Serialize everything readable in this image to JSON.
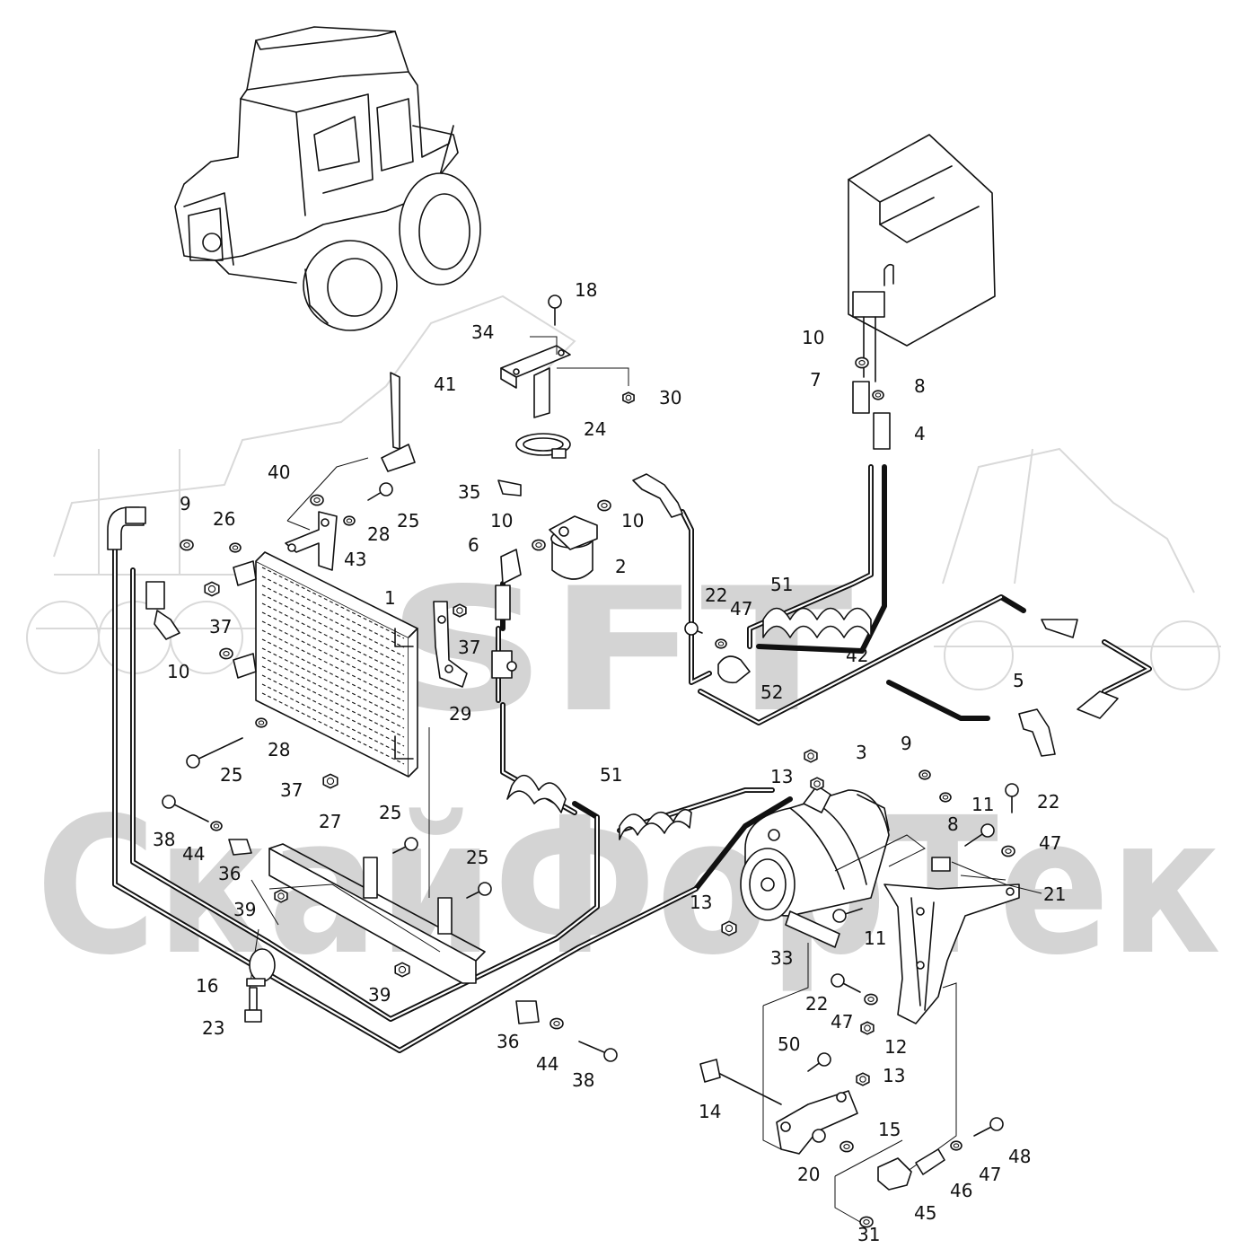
{
  "watermark": {
    "logo_text": "SFT",
    "brand_text": "СкайФорТек"
  },
  "labels": [
    {
      "id": "l1",
      "text": "1"
    },
    {
      "id": "l2",
      "text": "2"
    },
    {
      "id": "l3",
      "text": "3"
    },
    {
      "id": "l4",
      "text": "4"
    },
    {
      "id": "l5",
      "text": "5"
    },
    {
      "id": "l6",
      "text": "6"
    },
    {
      "id": "l7",
      "text": "7"
    },
    {
      "id": "l8a",
      "text": "8"
    },
    {
      "id": "l8b",
      "text": "8"
    },
    {
      "id": "l9a",
      "text": "9"
    },
    {
      "id": "l9b",
      "text": "9"
    },
    {
      "id": "l10a",
      "text": "10"
    },
    {
      "id": "l10b",
      "text": "10"
    },
    {
      "id": "l10c",
      "text": "10"
    },
    {
      "id": "l10d",
      "text": "10"
    },
    {
      "id": "l11a",
      "text": "11"
    },
    {
      "id": "l11b",
      "text": "11"
    },
    {
      "id": "l12",
      "text": "12"
    },
    {
      "id": "l13a",
      "text": "13"
    },
    {
      "id": "l13b",
      "text": "13"
    },
    {
      "id": "l13c",
      "text": "13"
    },
    {
      "id": "l14",
      "text": "14"
    },
    {
      "id": "l15",
      "text": "15"
    },
    {
      "id": "l16",
      "text": "16"
    },
    {
      "id": "l18",
      "text": "18"
    },
    {
      "id": "l20",
      "text": "20"
    },
    {
      "id": "l21",
      "text": "21"
    },
    {
      "id": "l22a",
      "text": "22"
    },
    {
      "id": "l22b",
      "text": "22"
    },
    {
      "id": "l22c",
      "text": "22"
    },
    {
      "id": "l23",
      "text": "23"
    },
    {
      "id": "l24",
      "text": "24"
    },
    {
      "id": "l25a",
      "text": "25"
    },
    {
      "id": "l25b",
      "text": "25"
    },
    {
      "id": "l25c",
      "text": "25"
    },
    {
      "id": "l25d",
      "text": "25"
    },
    {
      "id": "l26",
      "text": "26"
    },
    {
      "id": "l27",
      "text": "27"
    },
    {
      "id": "l28a",
      "text": "28"
    },
    {
      "id": "l28b",
      "text": "28"
    },
    {
      "id": "l29",
      "text": "29"
    },
    {
      "id": "l30",
      "text": "30"
    },
    {
      "id": "l31",
      "text": "31"
    },
    {
      "id": "l33",
      "text": "33"
    },
    {
      "id": "l34",
      "text": "34"
    },
    {
      "id": "l35",
      "text": "35"
    },
    {
      "id": "l36a",
      "text": "36"
    },
    {
      "id": "l36b",
      "text": "36"
    },
    {
      "id": "l37a",
      "text": "37"
    },
    {
      "id": "l37b",
      "text": "37"
    },
    {
      "id": "l37c",
      "text": "37"
    },
    {
      "id": "l38a",
      "text": "38"
    },
    {
      "id": "l38b",
      "text": "38"
    },
    {
      "id": "l39a",
      "text": "39"
    },
    {
      "id": "l39b",
      "text": "39"
    },
    {
      "id": "l40",
      "text": "40"
    },
    {
      "id": "l41",
      "text": "41"
    },
    {
      "id": "l42",
      "text": "42"
    },
    {
      "id": "l43",
      "text": "43"
    },
    {
      "id": "l44a",
      "text": "44"
    },
    {
      "id": "l44b",
      "text": "44"
    },
    {
      "id": "l45",
      "text": "45"
    },
    {
      "id": "l46",
      "text": "46"
    },
    {
      "id": "l47a",
      "text": "47"
    },
    {
      "id": "l47b",
      "text": "47"
    },
    {
      "id": "l47c",
      "text": "47"
    },
    {
      "id": "l47d",
      "text": "47"
    },
    {
      "id": "l48",
      "text": "48"
    },
    {
      "id": "l50",
      "text": "50"
    },
    {
      "id": "l51a",
      "text": "51"
    },
    {
      "id": "l51b",
      "text": "51"
    },
    {
      "id": "l52",
      "text": "52"
    }
  ]
}
